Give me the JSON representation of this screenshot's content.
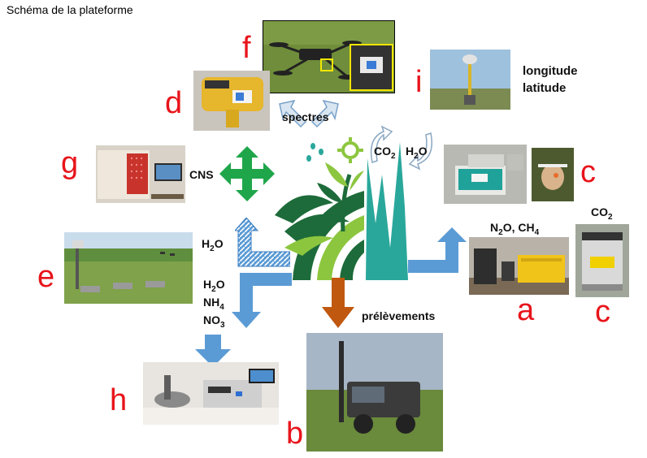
{
  "title": "Schéma de la plateforme",
  "letters": {
    "a": "a",
    "b": "b",
    "c1": "c",
    "c2": "c",
    "d": "d",
    "e": "e",
    "f": "f",
    "g": "g",
    "h": "h",
    "i": "i"
  },
  "labels": {
    "spectres": "spectres",
    "cns": "CNS",
    "h2o_up": {
      "base": "H",
      "sub": "2",
      "tail": "O"
    },
    "h2o_down": {
      "base": "H",
      "sub": "2",
      "tail": "O"
    },
    "nh4": {
      "base": "NH",
      "sub": "4"
    },
    "no3": {
      "base": "NO",
      "sub": "3"
    },
    "prelevements": "prélèvements",
    "co2_cycle": {
      "base": "CO",
      "sub": "2"
    },
    "h2o_cycle": {
      "base": "H",
      "sub": "2",
      "tail": "O"
    },
    "n2o_ch4": {
      "p1": "N",
      "s1": "2",
      "p2": "O, CH",
      "s2": "4"
    },
    "co2_right": {
      "base": "CO",
      "sub": "2"
    },
    "longitude": "longitude",
    "latitude": "latitude"
  },
  "colors": {
    "letter_red": "#e8141b",
    "arrow_blue": "#5b9bd5",
    "arrow_green": "#1fa64a",
    "arrow_brown": "#c0580f",
    "logo_dark_green": "#1d6b3a",
    "logo_light_green": "#8cc63f",
    "logo_teal": "#2aa79b"
  }
}
